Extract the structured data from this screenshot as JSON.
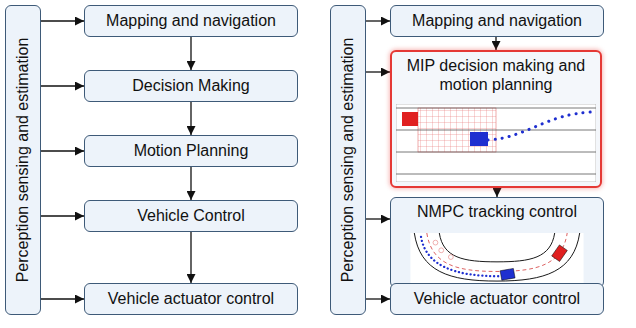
{
  "diagram": {
    "nodes": [
      {
        "text": [
          "Perception sensing and estimation"
        ]
      },
      {
        "text": [
          "Mapping and navigation"
        ]
      },
      {
        "text": [
          "Decision Making"
        ]
      },
      {
        "text": [
          "Motion Planning"
        ]
      },
      {
        "text": [
          "Vehicle Control"
        ]
      },
      {
        "text": [
          "Vehicle actuator control"
        ]
      },
      {
        "text": [
          "Perception sensing and estimation"
        ]
      },
      {
        "text": [
          "Mapping and navigation"
        ]
      },
      {
        "text": [
          "MIP decision making and motion planning"
        ]
      },
      {
        "text": [
          "NMPC tracking control"
        ]
      },
      {
        "text": [
          "Vehicle actuator control"
        ]
      }
    ],
    "edges": [
      {
        "from": 0,
        "to": 1,
        "arrow": "to"
      },
      {
        "from": 0,
        "to": 2,
        "arrow": "to"
      },
      {
        "from": 0,
        "to": 3,
        "arrow": "to"
      },
      {
        "from": 0,
        "to": 4,
        "arrow": "to"
      },
      {
        "from": 0,
        "to": 5,
        "arrow": "to"
      },
      {
        "from": 1,
        "to": 2,
        "arrow": "to"
      },
      {
        "from": 2,
        "to": 3,
        "arrow": "to"
      },
      {
        "from": 3,
        "to": 4,
        "arrow": "to"
      },
      {
        "from": 4,
        "to": 5,
        "arrow": "to"
      },
      {
        "from": 6,
        "to": 7,
        "arrow": "to"
      },
      {
        "from": 6,
        "to": 8,
        "arrow": "to"
      },
      {
        "from": 6,
        "to": 9,
        "arrow": "to"
      },
      {
        "from": 6,
        "to": 10,
        "arrow": "to"
      },
      {
        "from": 7,
        "to": 8,
        "arrow": "to"
      },
      {
        "from": 8,
        "to": 9,
        "arrow": "to"
      },
      {
        "from": 9,
        "to": 10,
        "arrow": "to"
      }
    ]
  }
}
